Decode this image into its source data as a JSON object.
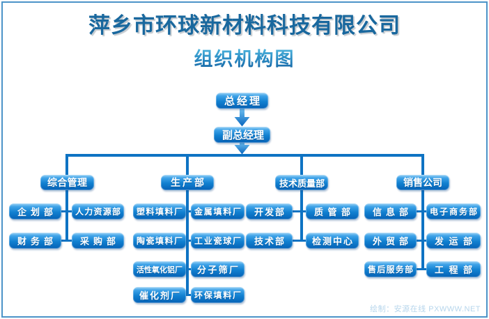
{
  "header": {
    "title": "萍乡市环球新材料科技有限公司",
    "subtitle": "组织机构图"
  },
  "watermark": "绘制：安源在线 PXWWW.NET",
  "colors": {
    "title_text": "#19689e",
    "subtitle_gradient_top": "#5ec6e8",
    "subtitle_gradient_bottom": "#135e9e",
    "node_gradient_top": "#9fd4f5",
    "node_gradient_bottom": "#0561b6",
    "node_text": "#ffffff",
    "connector": "#0e73c3",
    "frame_border": "#4b93c8",
    "watermark_text": "#b7d6ec"
  },
  "chart_data": {
    "type": "org-chart",
    "title": "组织机构图",
    "root": {
      "label": "总经理",
      "children": [
        {
          "label": "副总经理",
          "children": [
            {
              "label": "综合管理",
              "children": [
                "企划部",
                "人力资源部",
                "财务部",
                "采购部"
              ]
            },
            {
              "label": "生产部",
              "children": [
                "塑料填料厂",
                "金属填料厂",
                "陶瓷填料厂",
                "工业瓷球厂",
                "活性氧化铝厂",
                "分子筛厂",
                "催化剂厂",
                "环保填料厂"
              ]
            },
            {
              "label": "技术质量部",
              "children": [
                "开发部",
                "质管部",
                "技术部",
                "检测中心"
              ]
            },
            {
              "label": "销售公司",
              "children": [
                "信息部",
                "电子商务部",
                "外贸部",
                "发运部",
                "售后服务部",
                "工程部"
              ]
            }
          ]
        }
      ]
    }
  }
}
